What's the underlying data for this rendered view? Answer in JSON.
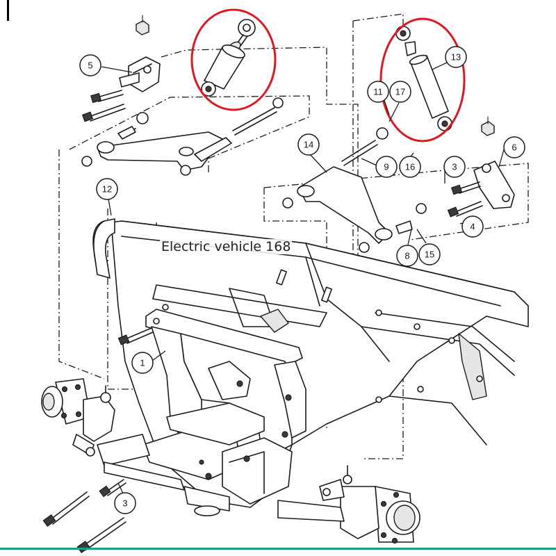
{
  "overlay_label": "Electric vehicle 168",
  "callouts": [
    "5",
    "12",
    "1",
    "3",
    "14",
    "9",
    "16",
    "13",
    "11",
    "17",
    "6",
    "3",
    "4",
    "8",
    "15"
  ],
  "colors": {
    "highlight": "#e0171e",
    "line": "#1a1a1a",
    "accent_rule": "#1f9e8a"
  }
}
